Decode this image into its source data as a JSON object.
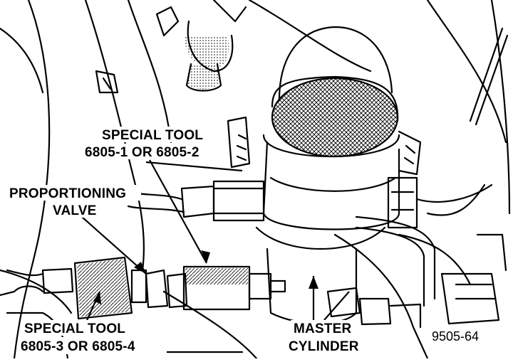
{
  "labels": {
    "special_tool_top_line1": "SPECIAL TOOL",
    "special_tool_top_line2": "6805-1 OR 6805-2",
    "proportioning_line1": "PROPORTIONING",
    "proportioning_line2": "VALVE",
    "special_tool_bottom_line1": "SPECIAL TOOL",
    "special_tool_bottom_line2": "6805-3 OR 6805-4",
    "master_line1": "MASTER",
    "master_line2": "CYLINDER"
  },
  "figure_ref": "9505-64"
}
